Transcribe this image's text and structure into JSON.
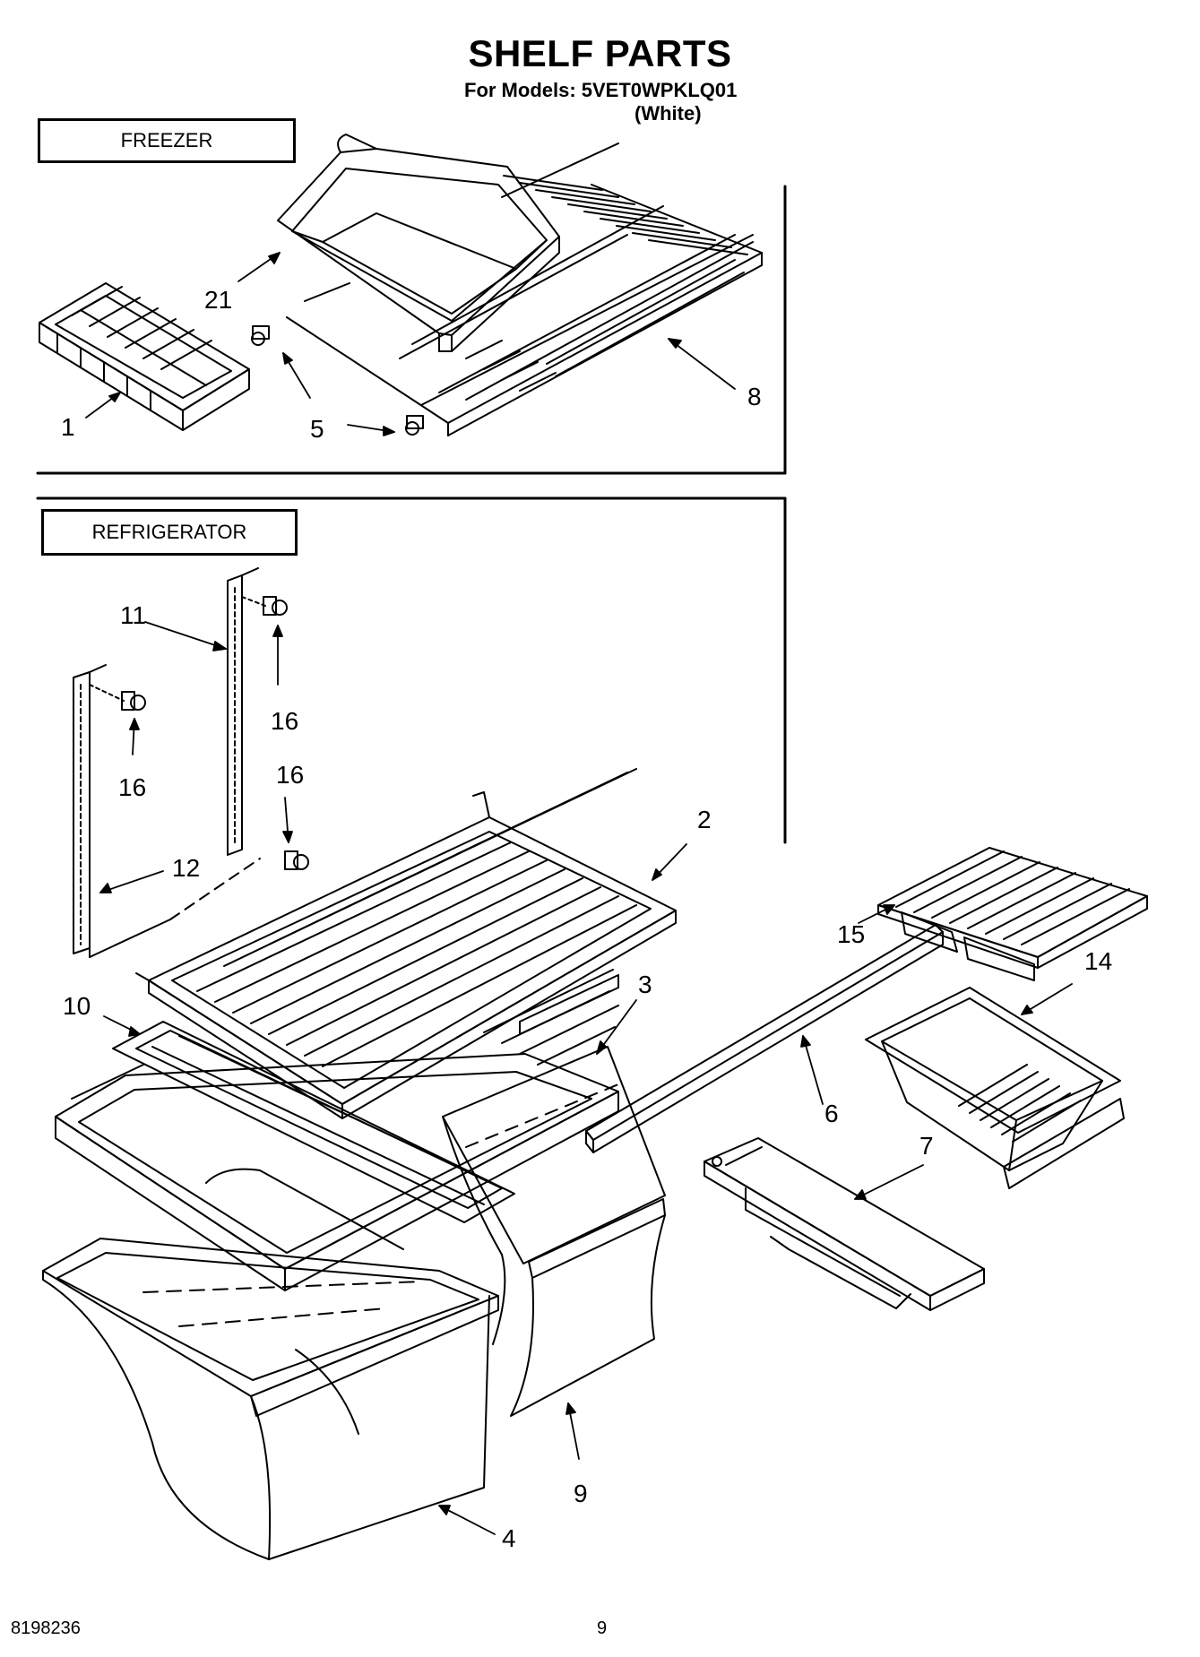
{
  "header": {
    "title": "SHELF PARTS",
    "subtitle": "For Models: 5VET0WPKLQ01",
    "color_note": "(White)"
  },
  "sections": {
    "freezer": "FREEZER",
    "refrigerator": "REFRIGERATOR"
  },
  "callouts": {
    "p1": "1",
    "p2": "2",
    "p3": "3",
    "p4": "4",
    "p5": "5",
    "p6": "6",
    "p7": "7",
    "p8": "8",
    "p9": "9",
    "p10": "10",
    "p11": "11",
    "p12": "12",
    "p14": "14",
    "p15": "15",
    "p16": "16",
    "p21": "21"
  },
  "footer": {
    "code": "8198236",
    "page": "9"
  }
}
